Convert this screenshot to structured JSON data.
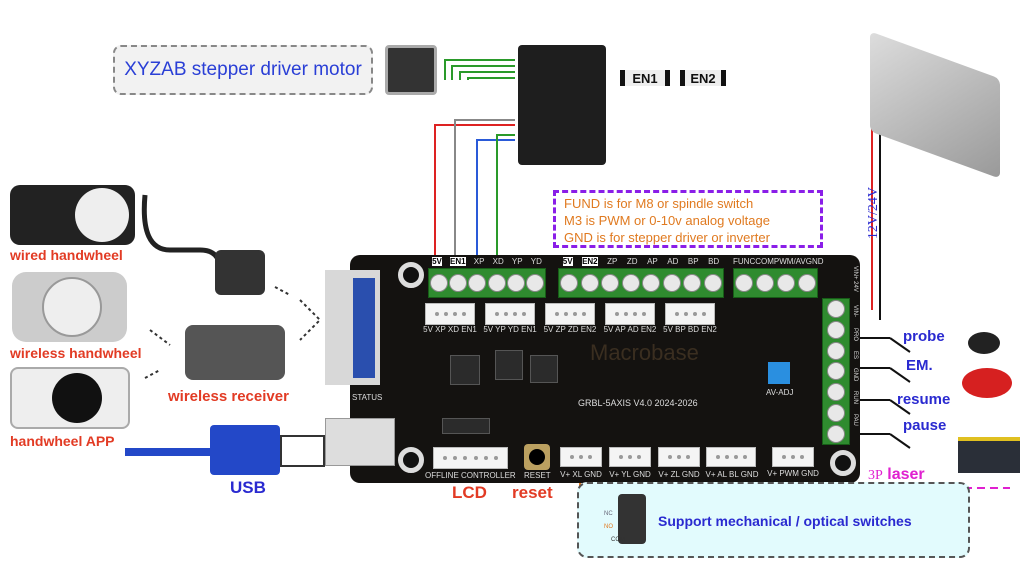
{
  "header": {
    "stepper_label": "XYZAB stepper driver motor",
    "en1": "EN1",
    "en2": "EN2"
  },
  "note": {
    "lines": [
      "FUND is for M8 or spindle switch",
      "M3 is PWM or 0-10v analog voltage",
      "GND is for stepper driver or  inverter"
    ]
  },
  "board": {
    "top_terminals_a": [
      "5V",
      "EN1",
      "XP",
      "XD",
      "YP",
      "YD"
    ],
    "top_terminals_b": [
      "5V",
      "EN2",
      "ZP",
      "ZD",
      "AP",
      "AD",
      "BP",
      "BD"
    ],
    "top_terminals_c": [
      "FUNC",
      "COM",
      "PWM/AV",
      "GND"
    ],
    "jst_labels": [
      "5V XP XD EN1",
      "5V YP YD EN1",
      "5V ZP ZD EN2",
      "5V AP AD EN2",
      "5V BP BD EN2"
    ],
    "right_terminals": [
      "VIN+ 24V",
      "VIN-",
      "PRO",
      "ES",
      "GND",
      "RUN",
      "PAU"
    ],
    "brand": "Macrobase",
    "version": "GRBL-5AXIS V4.0 2024-2026",
    "status": "STATUS",
    "av_adj": "AV-ADJ",
    "offline": "OFFLINE CONTROLLER",
    "reset_silk": "RESET",
    "bottom_jst": [
      "V+ XL GND",
      "V+ YL GND",
      "V+ ZL GND",
      "V+ AL BL GND",
      "V+ PWM GND"
    ]
  },
  "labels": {
    "wired_handwheel": "wired handwheel",
    "wireless_handwheel": "wireless handwheel",
    "handwheel_app": "handwheel APP",
    "wireless_receiver": "wireless receiver",
    "usb": "USB",
    "lcd": "LCD",
    "reset": "reset",
    "power": "12V/24V",
    "probe": "probe",
    "em": "EM.",
    "resume": "resume",
    "pause": "pause",
    "laser_prefix": "3P",
    "laser": "laser",
    "switch_support": "Support mechanical / optical switches",
    "nc": "NC",
    "no": "NO",
    "com": "COM"
  },
  "colors": {
    "blue_text": "#2a2ad0",
    "red_text": "#e23b24",
    "note_border": "#8a1ee8",
    "laser": "#e020d0",
    "pcb": "#141210",
    "terminal": "#2f8b2f"
  }
}
